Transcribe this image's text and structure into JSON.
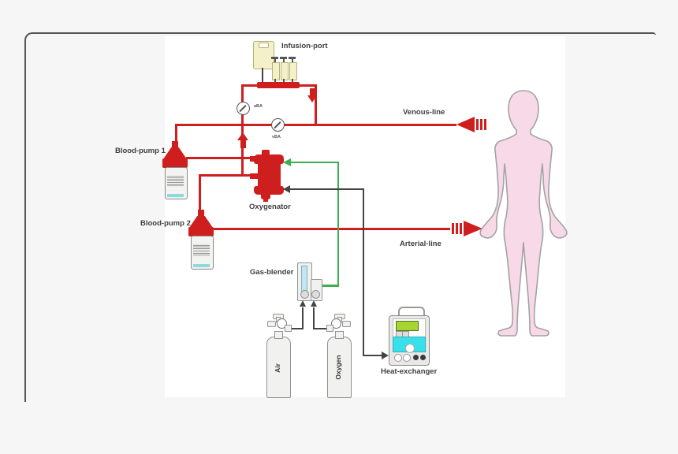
{
  "figure": {
    "type": "extracorporeal-circuit-diagram",
    "labels": {
      "infusion_port": "Infusion-port",
      "venous_line": "Venous-line",
      "arterial_line": "Arterial-line",
      "blood_pump_1": "Blood-pump 1",
      "blood_pump_2": "Blood-pump 2",
      "oxygenator": "Oxygenator",
      "gas_blender": "Gas-blender",
      "heat_exchanger": "Heat-exchanger",
      "air_cylinder": "Air",
      "oxygen_cylinder": "Oxygen",
      "gauge_arterial": "aBA",
      "gauge_venous": "vBA"
    },
    "colors": {
      "blood": "#cf1e1e",
      "gas": "#3fae4c",
      "water": "#444444",
      "body": "#f8d9e7",
      "infusion": "#f4f1ca",
      "coolant": "#3ae0e9",
      "screen": "#a4d62c"
    }
  }
}
